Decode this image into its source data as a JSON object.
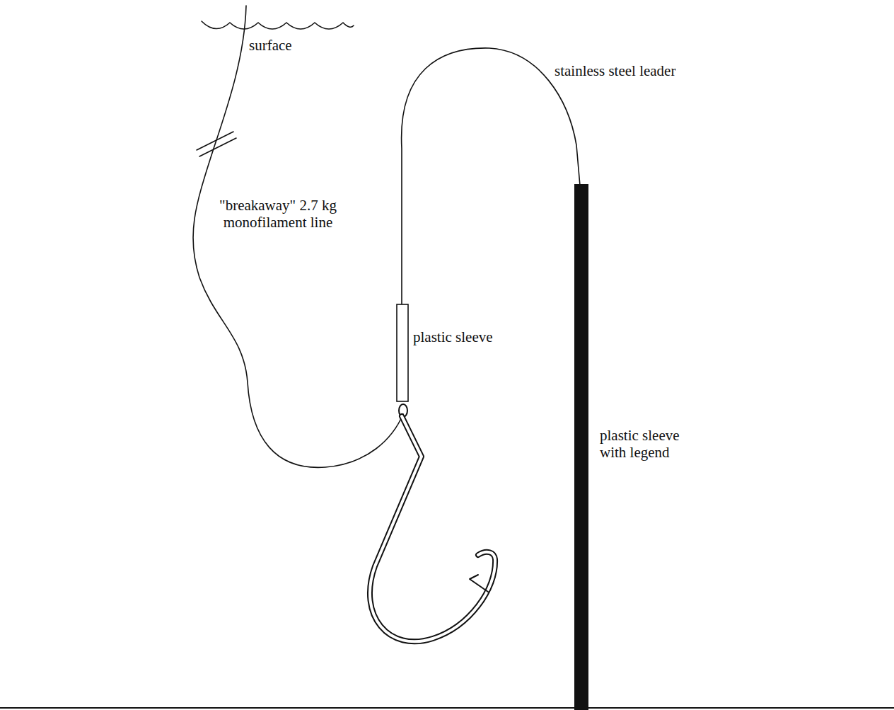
{
  "diagram": {
    "labels": [
      "surface",
      "stainless steel leader",
      "\"breakaway\" 2.7 kg monofilament line",
      "plastic sleeve",
      "plastic sleeve with legend"
    ]
  }
}
